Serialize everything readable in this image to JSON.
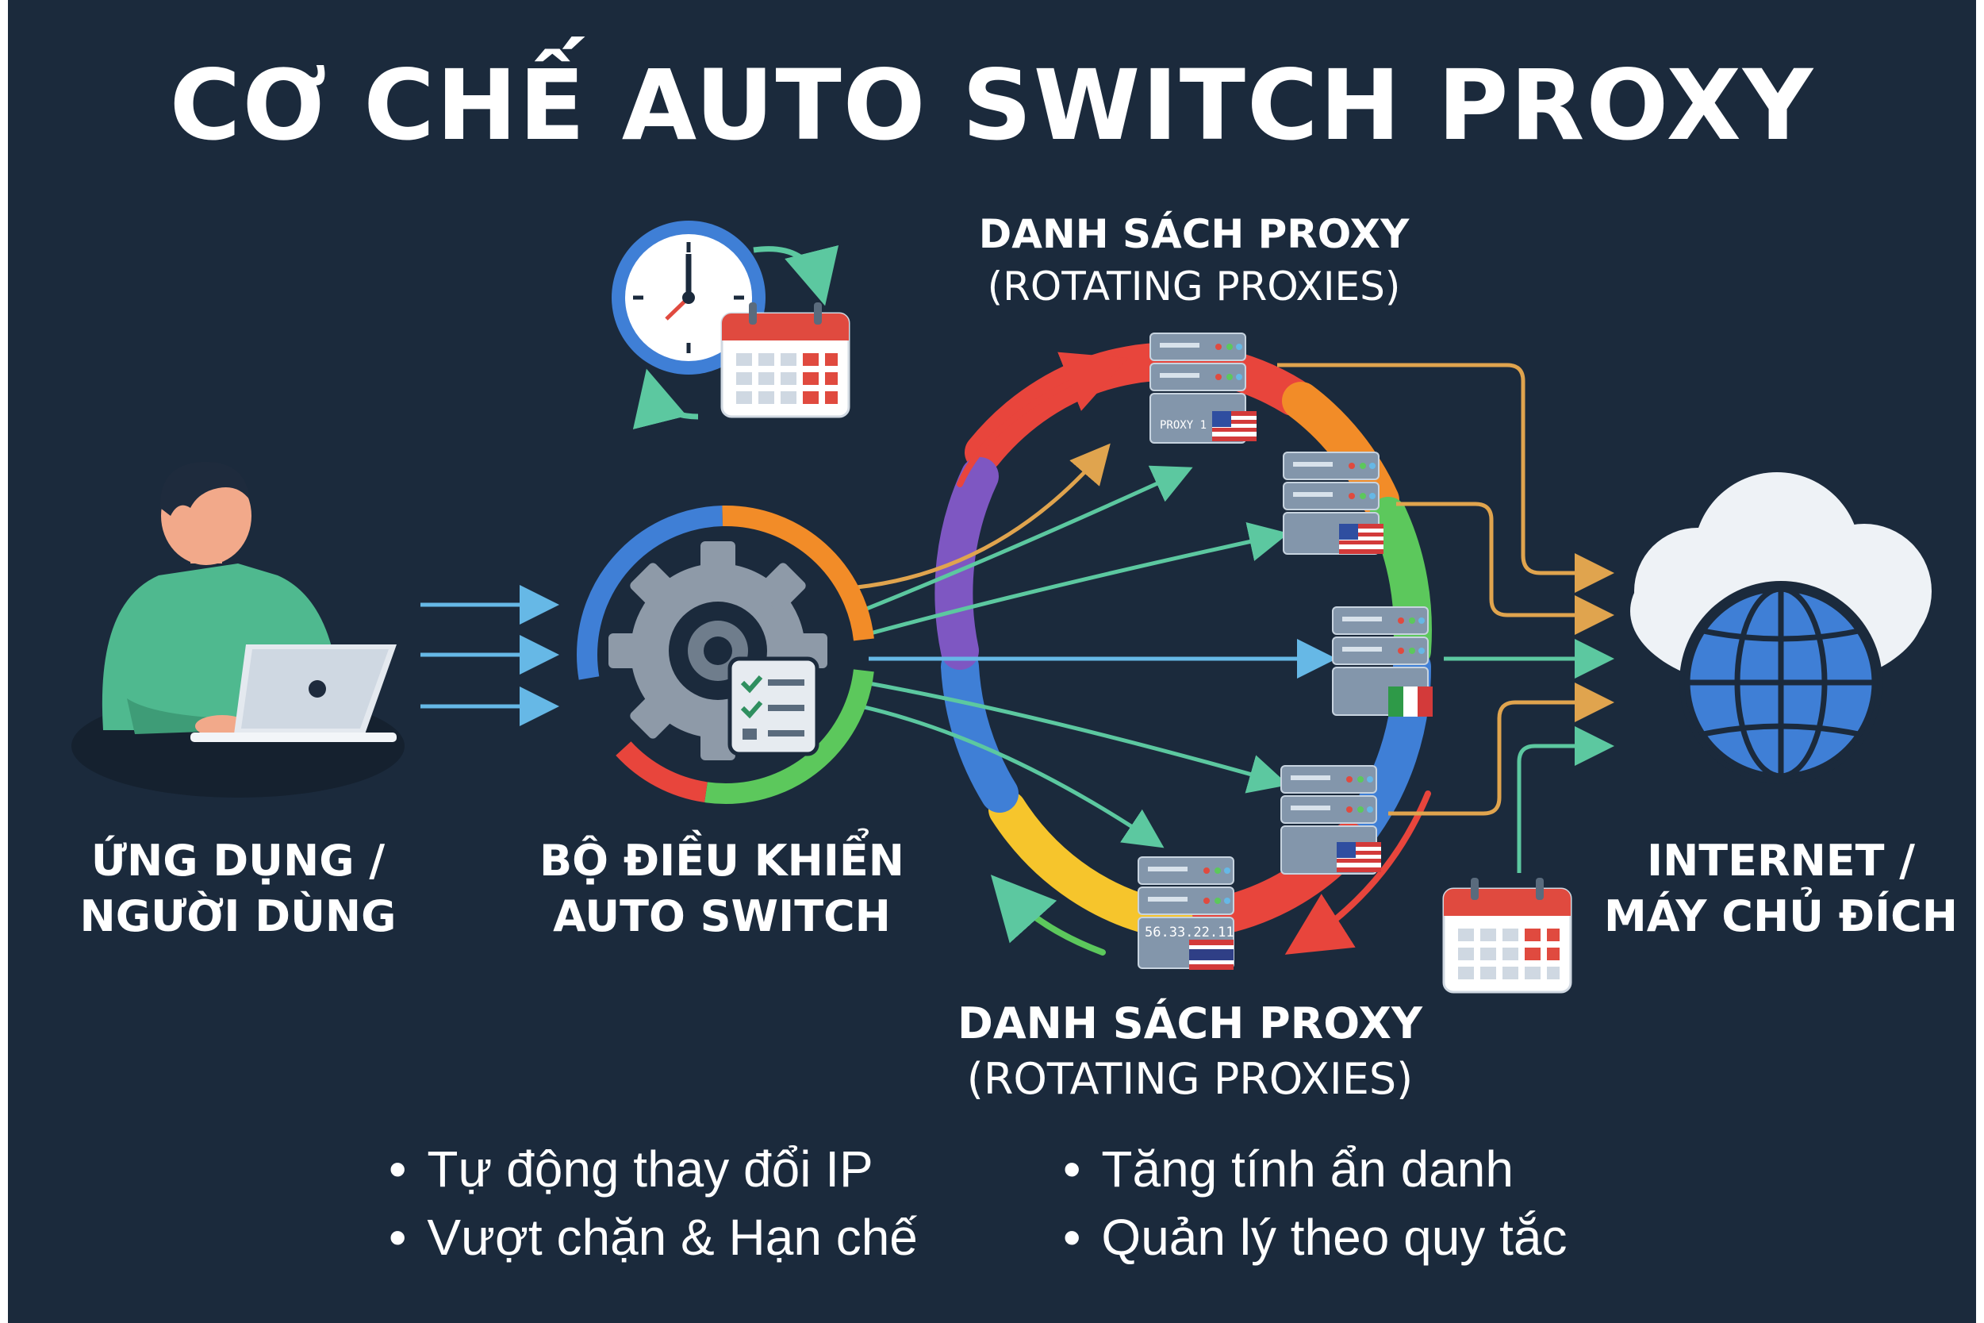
{
  "title": "CƠ CHẾ AUTO SWITCH PROXY",
  "nodes": {
    "user": {
      "line1": "ỨNG DỤNG /",
      "line2": "NGƯỜI DÙNG"
    },
    "controller": {
      "line1": "BỘ ĐIỀU KHIỂN",
      "line2": "AUTO SWITCH"
    },
    "target": {
      "line1": "INTERNET /",
      "line2": "MÁY CHỦ ĐÍCH"
    }
  },
  "proxy_list_top": {
    "line1": "DANH SÁCH PROXY",
    "line2": "(ROTATING PROXIES)"
  },
  "proxy_list_bottom": {
    "line1": "DANH SÁCH PROXY",
    "line2": "(ROTATING PROXIES)"
  },
  "servers": [
    {
      "id": "us-1",
      "tag": "PROXY 1",
      "flag": "us-flag"
    },
    {
      "id": "us-2",
      "tag": "",
      "flag": "us-flag"
    },
    {
      "id": "it-1",
      "tag": "",
      "flag": "it-flag"
    },
    {
      "id": "us-3",
      "tag": "",
      "flag": "us-flag"
    },
    {
      "id": "th-1",
      "tag": "56.33.22.11",
      "flag": "th-flag"
    }
  ],
  "features": {
    "left": [
      "Tự động thay đổi IP",
      "Vượt chặn & Hạn chế"
    ],
    "right": [
      "Tăng tính ẩn danh",
      "Quản lý theo quy tắc"
    ]
  },
  "colors": {
    "background": "#1b2a3c",
    "arrow_blue": "#66b8e6",
    "arrow_green": "#5cc8a0",
    "arrow_orange": "#e0a44e",
    "ring_red": "#e8453c",
    "ring_orange": "#f28c28",
    "ring_yellow": "#f6c52c",
    "ring_green": "#5cc85c",
    "ring_blue": "#3f7fd6",
    "ring_purple": "#7e57c2",
    "server_body": "#7d92a8",
    "calendar_red": "#e04a3f"
  }
}
